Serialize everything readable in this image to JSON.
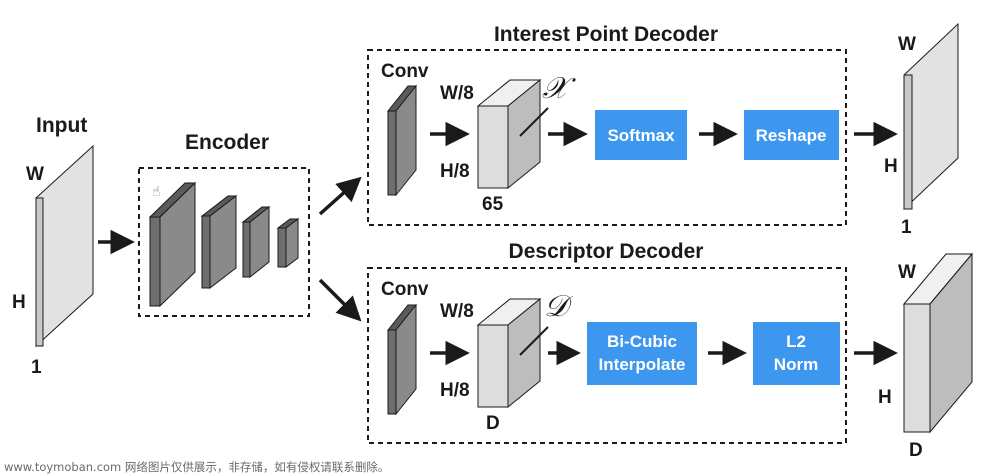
{
  "input": {
    "title": "Input",
    "width_label": "W",
    "height_label": "H",
    "depth_label": "1"
  },
  "encoder": {
    "title": "Encoder"
  },
  "interest_decoder": {
    "title": "Interest Point Decoder",
    "conv_label": "Conv",
    "w8_label": "W/8",
    "h8_label": "H/8",
    "channels_label": "65",
    "tensor_symbol": "𝒳",
    "softmax_label": "Softmax",
    "reshape_label": "Reshape"
  },
  "interest_output": {
    "width_label": "W",
    "height_label": "H",
    "depth_label": "1"
  },
  "descriptor_decoder": {
    "title": "Descriptor Decoder",
    "conv_label": "Conv",
    "w8_label": "W/8",
    "h8_label": "H/8",
    "channels_label": "D",
    "tensor_symbol": "𝒟",
    "bicubic_line1": "Bi-Cubic",
    "bicubic_line2": "Interpolate",
    "l2_line1": "L2",
    "l2_line2": "Norm"
  },
  "descriptor_output": {
    "width_label": "W",
    "height_label": "H",
    "depth_label": "D"
  },
  "watermark": "www.toymoban.com 网络图片仅供展示，非存储，如有侵权请联系删除。",
  "colors": {
    "block_blue": "#3d97ee",
    "conv_gray": "#8a8a8a",
    "light_gray": "#dddddd",
    "line": "#1a1a1a"
  }
}
